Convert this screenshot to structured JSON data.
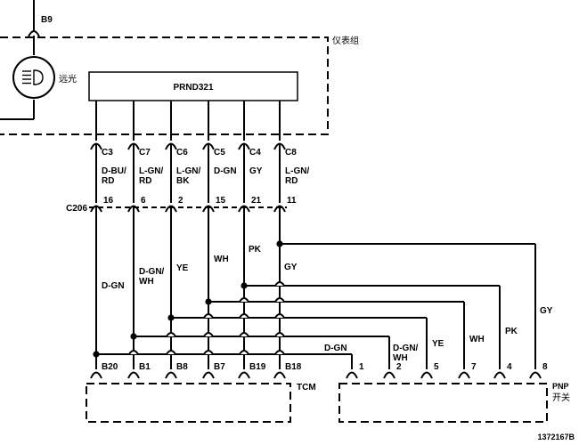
{
  "top_connector": "B9",
  "cluster": {
    "label": "仪表组",
    "lamp_label": "远光",
    "display_label": "PRND321"
  },
  "cluster_pins": [
    {
      "pin": "C3",
      "color": [
        "D-BU/",
        "RD"
      ],
      "c206": "16"
    },
    {
      "pin": "C7",
      "color": [
        "L-GN/",
        "RD"
      ],
      "c206": "6"
    },
    {
      "pin": "C6",
      "color": [
        "L-GN/",
        "BK"
      ],
      "c206": "2"
    },
    {
      "pin": "C5",
      "color": [
        "D-GN"
      ],
      "c206": "15"
    },
    {
      "pin": "C4",
      "color": [
        "GY"
      ],
      "c206": "21"
    },
    {
      "pin": "C8",
      "color": [
        "L-GN/",
        "RD"
      ],
      "c206": "11"
    }
  ],
  "c206_label": "C206",
  "vertical_wire_labels": [
    {
      "text": [
        "D-GN"
      ]
    },
    {
      "text": [
        "D-GN/",
        "WH"
      ]
    },
    {
      "text": [
        "YE"
      ]
    },
    {
      "text": [
        "WH"
      ]
    },
    {
      "text": [
        "PK"
      ]
    },
    {
      "text": [
        "GY"
      ]
    }
  ],
  "tcm": {
    "label": "TCM",
    "pins": [
      "B20",
      "B1",
      "B8",
      "B7",
      "B19",
      "B18"
    ]
  },
  "pnp": {
    "label": "PNP",
    "label2": "开关",
    "pins": [
      "1",
      "2",
      "5",
      "7",
      "4",
      "8"
    ]
  },
  "pnp_wire_labels": [
    {
      "text": [
        "D-GN"
      ]
    },
    {
      "text": [
        "D-GN/",
        "WH"
      ]
    },
    {
      "text": [
        "YE"
      ]
    },
    {
      "text": [
        "WH"
      ]
    },
    {
      "text": [
        "PK"
      ]
    },
    {
      "text": [
        "GY"
      ]
    }
  ],
  "figure_id": "1372167B"
}
